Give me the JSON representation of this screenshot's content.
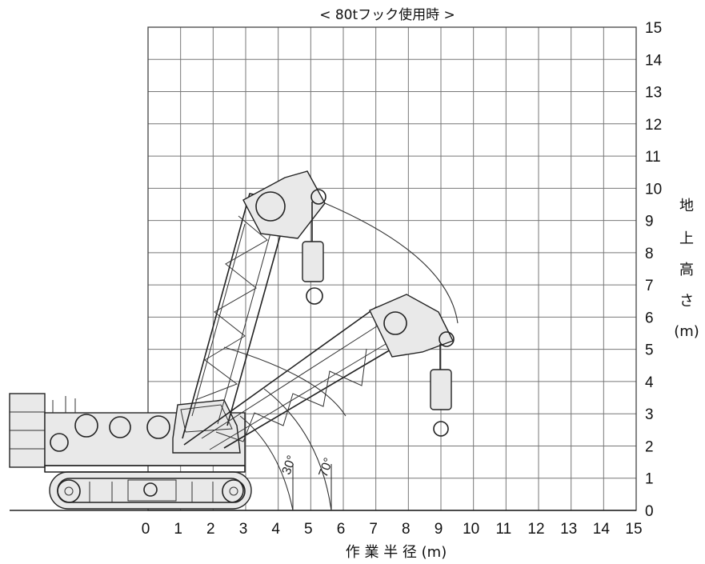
{
  "diagram": {
    "title": "< 80tフック使用時 >",
    "x_axis": {
      "label": "作 業 半 径 (m)",
      "ticks": [
        "0",
        "1",
        "2",
        "3",
        "4",
        "5",
        "6",
        "7",
        "8",
        "9",
        "10",
        "11",
        "12",
        "13",
        "14",
        "15"
      ],
      "range": [
        0,
        15
      ]
    },
    "y_axis": {
      "label_chars": [
        "地",
        "上",
        "高",
        "さ"
      ],
      "unit": "(m)",
      "ticks": [
        "0",
        "1",
        "2",
        "3",
        "4",
        "5",
        "6",
        "7",
        "8",
        "9",
        "10",
        "11",
        "12",
        "13",
        "14",
        "15"
      ],
      "range": [
        0,
        15
      ]
    },
    "angles": [
      {
        "label": "30°",
        "boom_angle_deg": 30
      },
      {
        "label": "70°",
        "boom_angle_deg": 70
      }
    ]
  }
}
